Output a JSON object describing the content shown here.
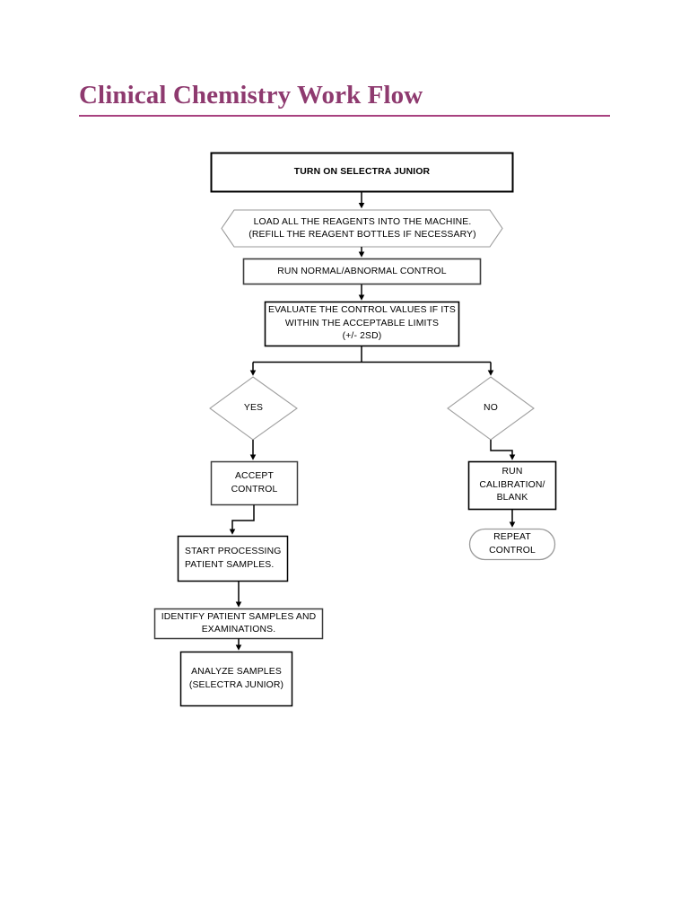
{
  "document": {
    "title": "Clinical Chemistry Work Flow",
    "title_color": "#8e3a6f",
    "rule_color": "#a8417f",
    "background": "#ffffff"
  },
  "chart_data": {
    "type": "diagram",
    "diagram_kind": "flowchart",
    "title": "Clinical Chemistry Work Flow",
    "orientation": "top-to-bottom",
    "nodes": [
      {
        "id": "turn-on",
        "shape": "rectangle",
        "emphasis": "bold",
        "border": "#000000",
        "lines": [
          "TURN ON SELECTRA JUNIOR"
        ]
      },
      {
        "id": "load-reagents",
        "shape": "hexagon",
        "border": "#808080",
        "lines": [
          "LOAD ALL THE REAGENTS INTO THE MACHINE.",
          "(REFILL THE REAGENT BOTTLES IF NECESSARY)"
        ]
      },
      {
        "id": "run-control",
        "shape": "rectangle",
        "border": "#404040",
        "lines": [
          "RUN NORMAL/ABNORMAL CONTROL"
        ]
      },
      {
        "id": "evaluate",
        "shape": "rectangle",
        "border": "#000000",
        "lines": [
          "EVALUATE THE CONTROL VALUES IF ITS",
          "WITHIN THE ACCEPTABLE LIMITS",
          "(+/- 2SD)"
        ]
      },
      {
        "id": "decision-yes",
        "shape": "diamond",
        "border": "#808080",
        "lines": [
          "YES"
        ]
      },
      {
        "id": "decision-no",
        "shape": "diamond",
        "border": "#808080",
        "lines": [
          "NO"
        ]
      },
      {
        "id": "accept-control",
        "shape": "rectangle",
        "border": "#404040",
        "lines": [
          "ACCEPT",
          "CONTROL"
        ]
      },
      {
        "id": "run-calibration",
        "shape": "rectangle",
        "border": "#000000",
        "lines": [
          "RUN",
          "CALIBRATION/",
          "BLANK"
        ]
      },
      {
        "id": "repeat-control",
        "shape": "rounded-rectangle",
        "border": "#808080",
        "lines": [
          "REPEAT",
          "CONTROL"
        ]
      },
      {
        "id": "start-processing",
        "shape": "rectangle",
        "border": "#000000",
        "align": "left",
        "lines": [
          "START PROCESSING",
          "PATIENT SAMPLES."
        ]
      },
      {
        "id": "identify-samples",
        "shape": "rectangle",
        "border": "#404040",
        "lines": [
          "IDENTIFY PATIENT SAMPLES AND",
          "EXAMINATIONS."
        ]
      },
      {
        "id": "analyze-samples",
        "shape": "rectangle",
        "border": "#000000",
        "lines": [
          "ANALYZE SAMPLES",
          "(SELECTRA JUNIOR)"
        ]
      }
    ],
    "edges": [
      {
        "from": "turn-on",
        "to": "load-reagents",
        "label": ""
      },
      {
        "from": "load-reagents",
        "to": "run-control",
        "label": ""
      },
      {
        "from": "run-control",
        "to": "evaluate",
        "label": ""
      },
      {
        "from": "evaluate",
        "to": "decision-yes",
        "label": ""
      },
      {
        "from": "evaluate",
        "to": "decision-no",
        "label": ""
      },
      {
        "from": "decision-yes",
        "to": "accept-control",
        "label": ""
      },
      {
        "from": "decision-no",
        "to": "run-calibration",
        "label": ""
      },
      {
        "from": "run-calibration",
        "to": "repeat-control",
        "label": ""
      },
      {
        "from": "accept-control",
        "to": "start-processing",
        "label": ""
      },
      {
        "from": "start-processing",
        "to": "identify-samples",
        "label": ""
      },
      {
        "from": "identify-samples",
        "to": "analyze-samples",
        "label": ""
      }
    ]
  },
  "flowchart": {
    "turn_on": {
      "l1": "TURN ON SELECTRA JUNIOR"
    },
    "load_reagents": {
      "l1": "LOAD ALL THE REAGENTS INTO THE MACHINE.",
      "l2": "(REFILL THE REAGENT BOTTLES IF NECESSARY)"
    },
    "run_control": {
      "l1": "RUN NORMAL/ABNORMAL CONTROL"
    },
    "evaluate": {
      "l1": "EVALUATE THE CONTROL VALUES IF ITS",
      "l2": "WITHIN THE ACCEPTABLE LIMITS",
      "l3": "(+/- 2SD)"
    },
    "decision_yes": {
      "l1": "YES"
    },
    "decision_no": {
      "l1": "NO"
    },
    "accept_control": {
      "l1": "ACCEPT",
      "l2": "CONTROL"
    },
    "run_calibration": {
      "l1": "RUN",
      "l2": "CALIBRATION/",
      "l3": "BLANK"
    },
    "repeat_control": {
      "l1": "REPEAT",
      "l2": "CONTROL"
    },
    "start_processing": {
      "l1": "START PROCESSING",
      "l2": "PATIENT SAMPLES."
    },
    "identify_samples": {
      "l1": "IDENTIFY PATIENT SAMPLES AND",
      "l2": "EXAMINATIONS."
    },
    "analyze_samples": {
      "l1": "ANALYZE SAMPLES",
      "l2": "(SELECTRA JUNIOR)"
    }
  }
}
